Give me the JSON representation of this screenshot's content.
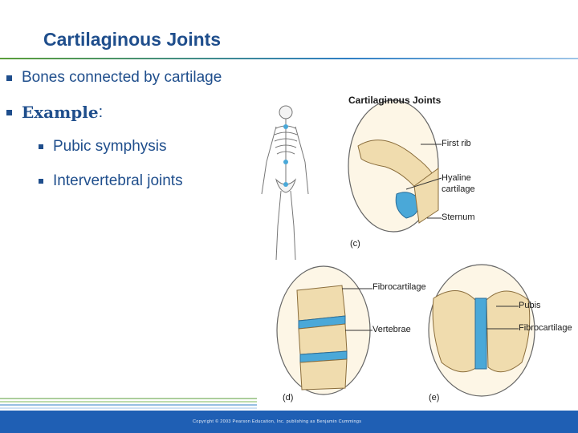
{
  "slide": {
    "title": "Cartilaginous Joints",
    "bullets": [
      {
        "text": "Bones connected by cartilage"
      },
      {
        "heavy": "Example",
        "rest": ":"
      },
      {
        "text": "Pubic symphysis"
      },
      {
        "text": "Intervertebral joints"
      }
    ]
  },
  "figure": {
    "title": "Cartilaginous Joints",
    "labels": {
      "first_rib": "First rib",
      "hyaline_1": "Hyaline",
      "hyaline_2": "cartilage",
      "sternum": "Sternum",
      "c": "(c)",
      "fibrocartilage_d": "Fibrocartilage",
      "vertebrae": "Vertebrae",
      "d": "(d)",
      "pubis": "Pubis",
      "fibrocartilage_e": "Fibrocartilage",
      "e": "(e)"
    }
  },
  "footer": {
    "copyright": "Copyright © 2003 Pearson Education, Inc. publishing as Benjamin Cummings"
  },
  "colors": {
    "title": "#1f4e8c",
    "bone": "#f0dcae",
    "cartilage": "#4aa8d8",
    "footer_bar": "#1f5fb4"
  }
}
